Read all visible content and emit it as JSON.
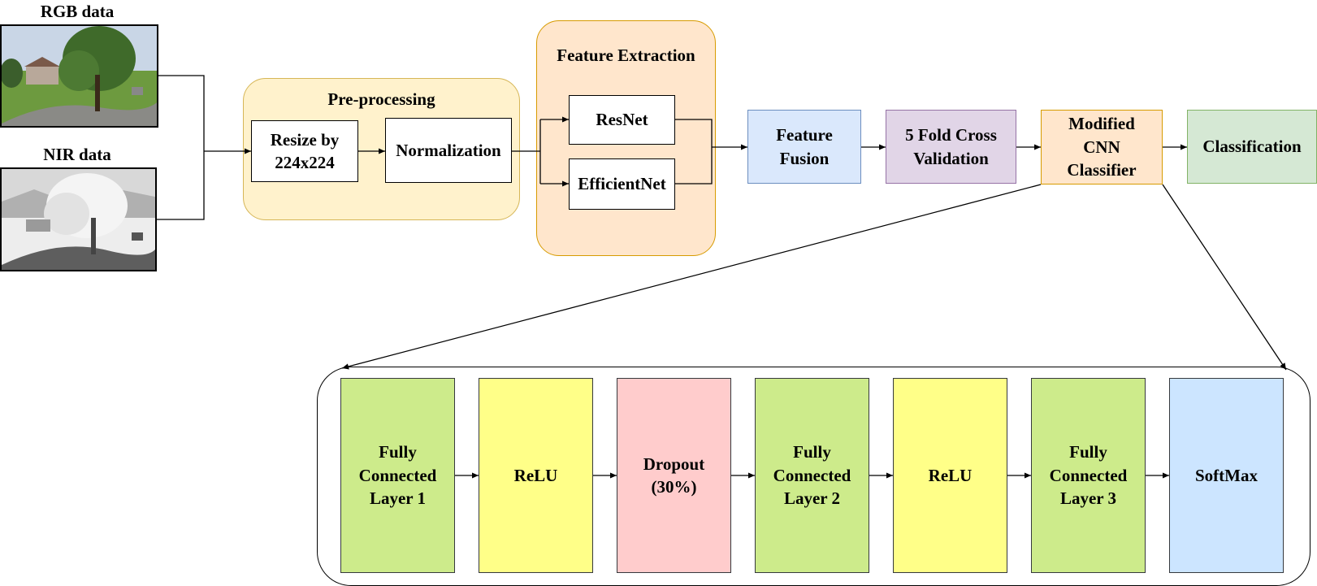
{
  "inputs": {
    "rgb_label": "RGB data",
    "nir_label": "NIR data"
  },
  "preprocessing": {
    "title": "Pre-processing",
    "resize": "Resize by\n224x224",
    "normalization": "Normalization"
  },
  "feature_extraction": {
    "title": "Feature Extraction",
    "resnet": "ResNet",
    "efficientnet": "EfficientNet"
  },
  "pipeline": {
    "feature_fusion": "Feature\nFusion",
    "cross_validation": "5 Fold Cross\nValidation",
    "modified_cnn": "Modified\nCNN\nClassifier",
    "classification": "Classification"
  },
  "cnn_layers": {
    "fc1": "Fully\nConnected\nLayer 1",
    "relu1": "ReLU",
    "dropout": "Dropout\n(30%)",
    "fc2": "Fully\nConnected\nLayer 2",
    "relu2": "ReLU",
    "fc3": "Fully\nConnected\nLayer 3",
    "softmax": "SoftMax"
  },
  "colors": {
    "preprocessing_fill": "#fff2cc",
    "preprocessing_border": "#d6b656",
    "feature_extraction_fill": "#ffe6cc",
    "feature_extraction_border": "#d79b00",
    "fusion_fill": "#dae8fc",
    "fusion_border": "#6c8ebf",
    "validation_fill": "#e1d5e7",
    "validation_border": "#9673a6",
    "cnn_fill": "#ffe6cc",
    "cnn_border": "#d79b00",
    "classification_fill": "#d5e8d4",
    "classification_border": "#82b366",
    "fc_fill": "#cdeb8b",
    "relu_fill": "#ffff88",
    "dropout_fill": "#ffcccc",
    "softmax_fill": "#cce5ff"
  }
}
